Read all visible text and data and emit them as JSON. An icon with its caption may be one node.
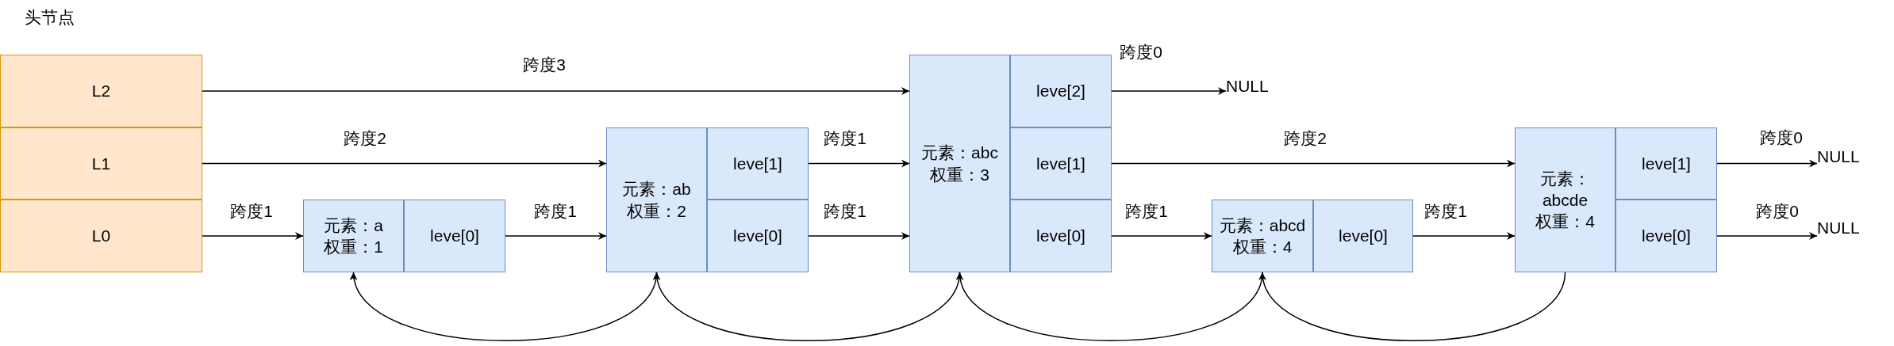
{
  "diagram": {
    "nodes": [
      {
        "text": [
          "L2"
        ]
      },
      {
        "text": [
          "L1"
        ]
      },
      {
        "text": [
          "L0"
        ]
      },
      {
        "text": [
          "元素：a 权重：1"
        ]
      },
      {
        "text": [
          "leve[0]"
        ]
      },
      {
        "text": [
          "元素：ab 权重：2"
        ]
      },
      {
        "text": [
          "leve[1]"
        ]
      },
      {
        "text": [
          "leve[0]"
        ]
      },
      {
        "text": [
          "元素：abc 权重：3"
        ]
      },
      {
        "text": [
          "leve[2]"
        ]
      },
      {
        "text": [
          "leve[1]"
        ]
      },
      {
        "text": [
          "leve[0]"
        ]
      },
      {
        "text": [
          "NULL"
        ]
      },
      {
        "text": [
          "元素：abcd 权重：4"
        ]
      },
      {
        "text": [
          "leve[0]"
        ]
      },
      {
        "text": [
          "元素：abcde 权重：4"
        ]
      },
      {
        "text": [
          "leve[1]"
        ]
      },
      {
        "text": [
          "leve[0]"
        ]
      },
      {
        "text": [
          "NULL"
        ]
      },
      {
        "text": [
          "NULL"
        ]
      }
    ],
    "edges": [
      {
        "from": 0,
        "to": 8,
        "arrow": "to",
        "label": "跨度3"
      },
      {
        "from": 1,
        "to": 5,
        "arrow": "to",
        "label": "跨度2"
      },
      {
        "from": 2,
        "to": 3,
        "arrow": "to",
        "label": "跨度1"
      },
      {
        "from": 4,
        "to": 5,
        "arrow": "to",
        "label": "跨度1"
      },
      {
        "from": 6,
        "to": 8,
        "arrow": "to",
        "label": "跨度1"
      },
      {
        "from": 7,
        "to": 8,
        "arrow": "to",
        "label": "跨度1"
      },
      {
        "from": 9,
        "to": 12,
        "arrow": "to",
        "label": "跨度0"
      },
      {
        "from": 10,
        "to": 15,
        "arrow": "to",
        "label": "跨度2"
      },
      {
        "from": 11,
        "to": 13,
        "arrow": "to",
        "label": "跨度1"
      },
      {
        "from": 14,
        "to": 15,
        "arrow": "to",
        "label": "跨度1"
      },
      {
        "from": 16,
        "to": 18,
        "arrow": "to",
        "label": "跨度0"
      },
      {
        "from": 17,
        "to": 19,
        "arrow": "to",
        "label": "跨度0"
      },
      {
        "from": 5,
        "to": 3,
        "arrow": "to"
      },
      {
        "from": 8,
        "to": 5,
        "arrow": "to"
      },
      {
        "from": 13,
        "to": 8,
        "arrow": "to"
      },
      {
        "from": 15,
        "to": 13,
        "arrow": "to"
      }
    ],
    "labels": [
      "头节点"
    ]
  }
}
